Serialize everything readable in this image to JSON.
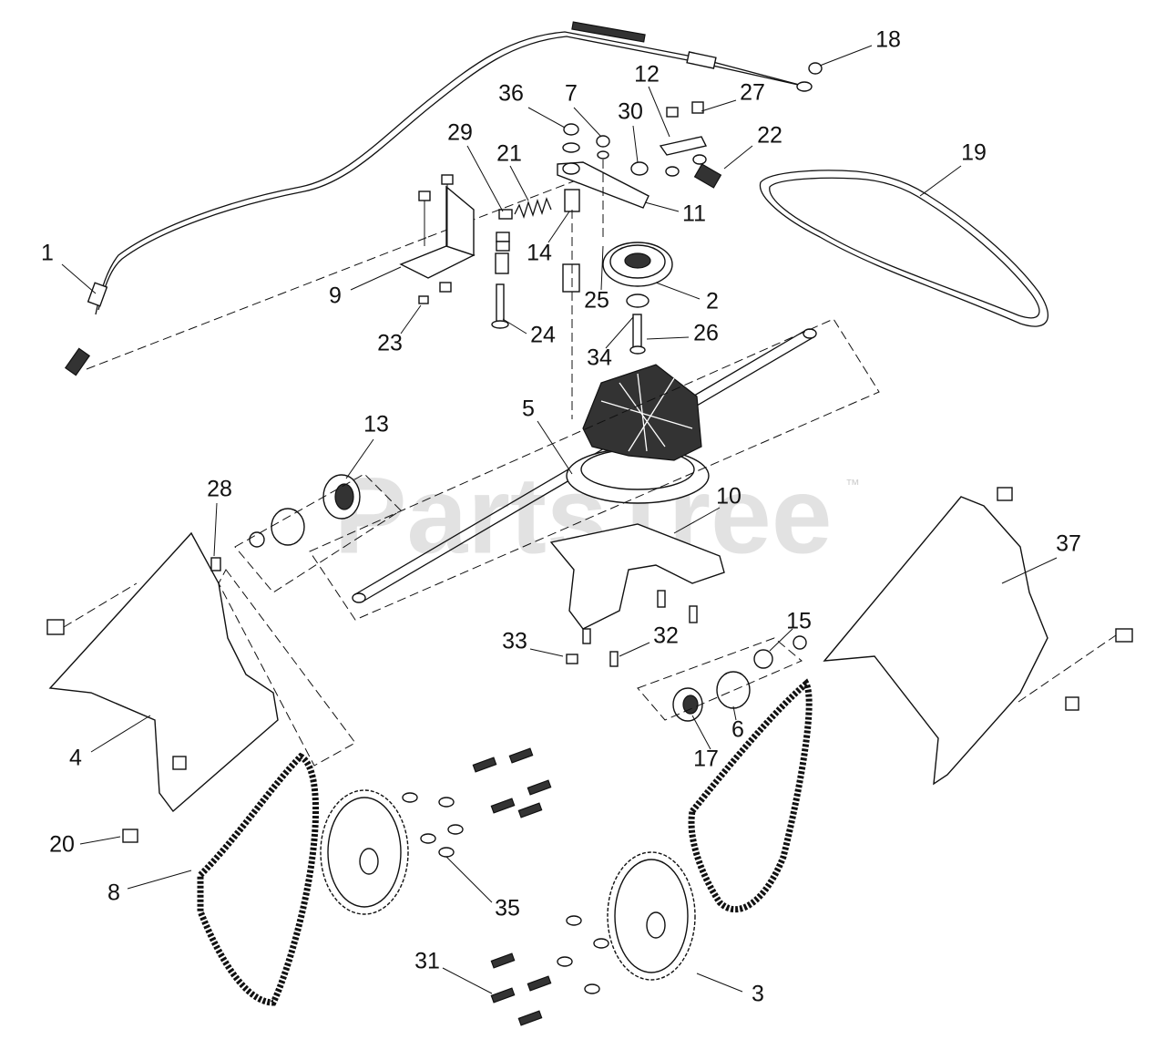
{
  "watermark": "PartsTree",
  "watermark_tm": "™",
  "callouts": [
    "1",
    "2",
    "3",
    "4",
    "5",
    "6",
    "7",
    "8",
    "9",
    "10",
    "11",
    "12",
    "13",
    "14",
    "15",
    "17",
    "18",
    "19",
    "20",
    "21",
    "22",
    "23",
    "24",
    "25",
    "26",
    "27",
    "28",
    "29",
    "30",
    "31",
    "32",
    "33",
    "34",
    "35",
    "36",
    "37"
  ]
}
